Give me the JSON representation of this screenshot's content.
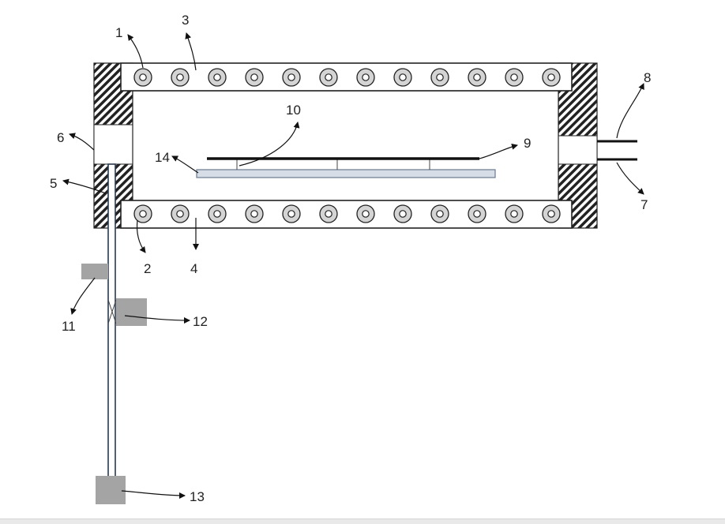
{
  "labels": {
    "n1": "1",
    "n2": "2",
    "n3": "3",
    "n4": "4",
    "n5": "5",
    "n6": "6",
    "n7": "7",
    "n8": "8",
    "n9": "9",
    "n10": "10",
    "n11": "11",
    "n12": "12",
    "n13": "13",
    "n14": "14"
  },
  "heating_coils": {
    "top_count": 12,
    "bottom_count": 12
  }
}
